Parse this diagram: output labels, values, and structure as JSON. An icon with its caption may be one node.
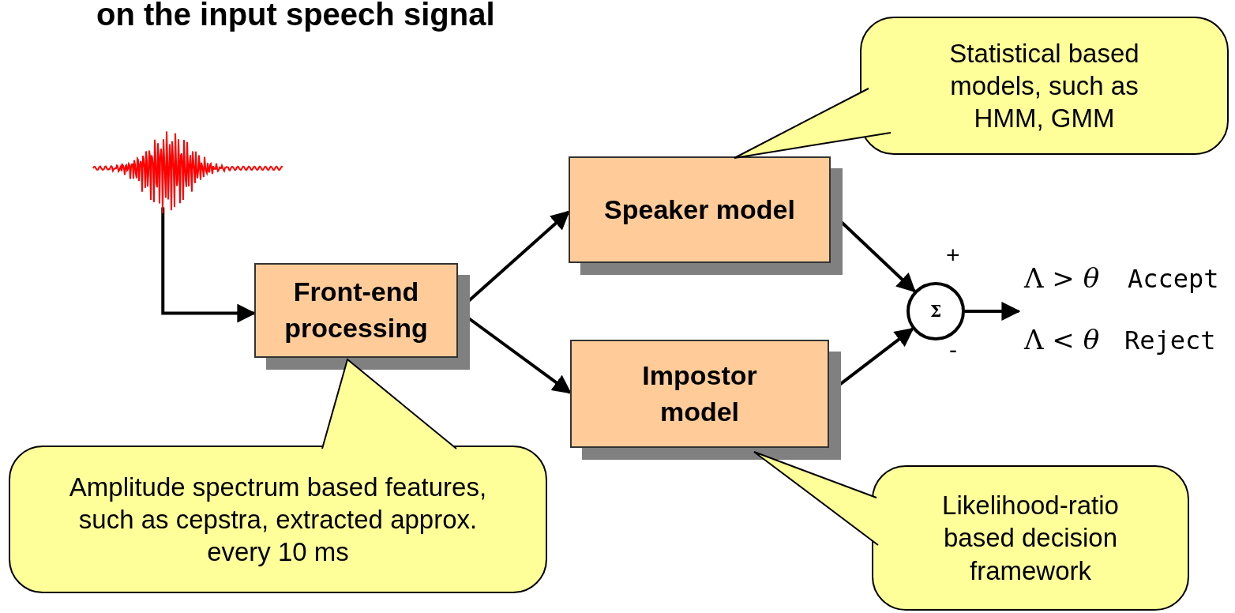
{
  "diagram": {
    "title": "on the input speech signal",
    "nodes": [
      {
        "text": [],
        "shape": "picture"
      },
      {
        "text": [
          "Front-end processing"
        ]
      },
      {
        "text": [
          "Speaker model"
        ]
      },
      {
        "text": [
          "Impostor model"
        ]
      },
      {
        "text": [
          "Σ"
        ],
        "beside": [
          "+",
          "-"
        ]
      },
      {
        "text": [
          "Statistical based models, such as HMM, GMM"
        ]
      },
      {
        "text": [
          "Amplitude spectrum based features, such as cepstra, extracted approx. every 10 ms"
        ]
      },
      {
        "text": [
          "Likelihood-ratio based decision framework"
        ]
      },
      {
        "text": [
          "Λ > *θ*",
          "Accept",
          "Λ < *θ*",
          "Reject"
        ]
      }
    ],
    "edges": [
      {
        "from": 0,
        "to": 1,
        "arrow": "to"
      },
      {
        "from": 1,
        "to": 2,
        "arrow": "to"
      },
      {
        "from": 1,
        "to": 3,
        "arrow": "to"
      },
      {
        "from": 2,
        "to": 4,
        "arrow": "to"
      },
      {
        "from": 3,
        "to": 4,
        "arrow": "to"
      },
      {
        "from": 4,
        "to": 8,
        "arrow": "to"
      }
    ]
  }
}
